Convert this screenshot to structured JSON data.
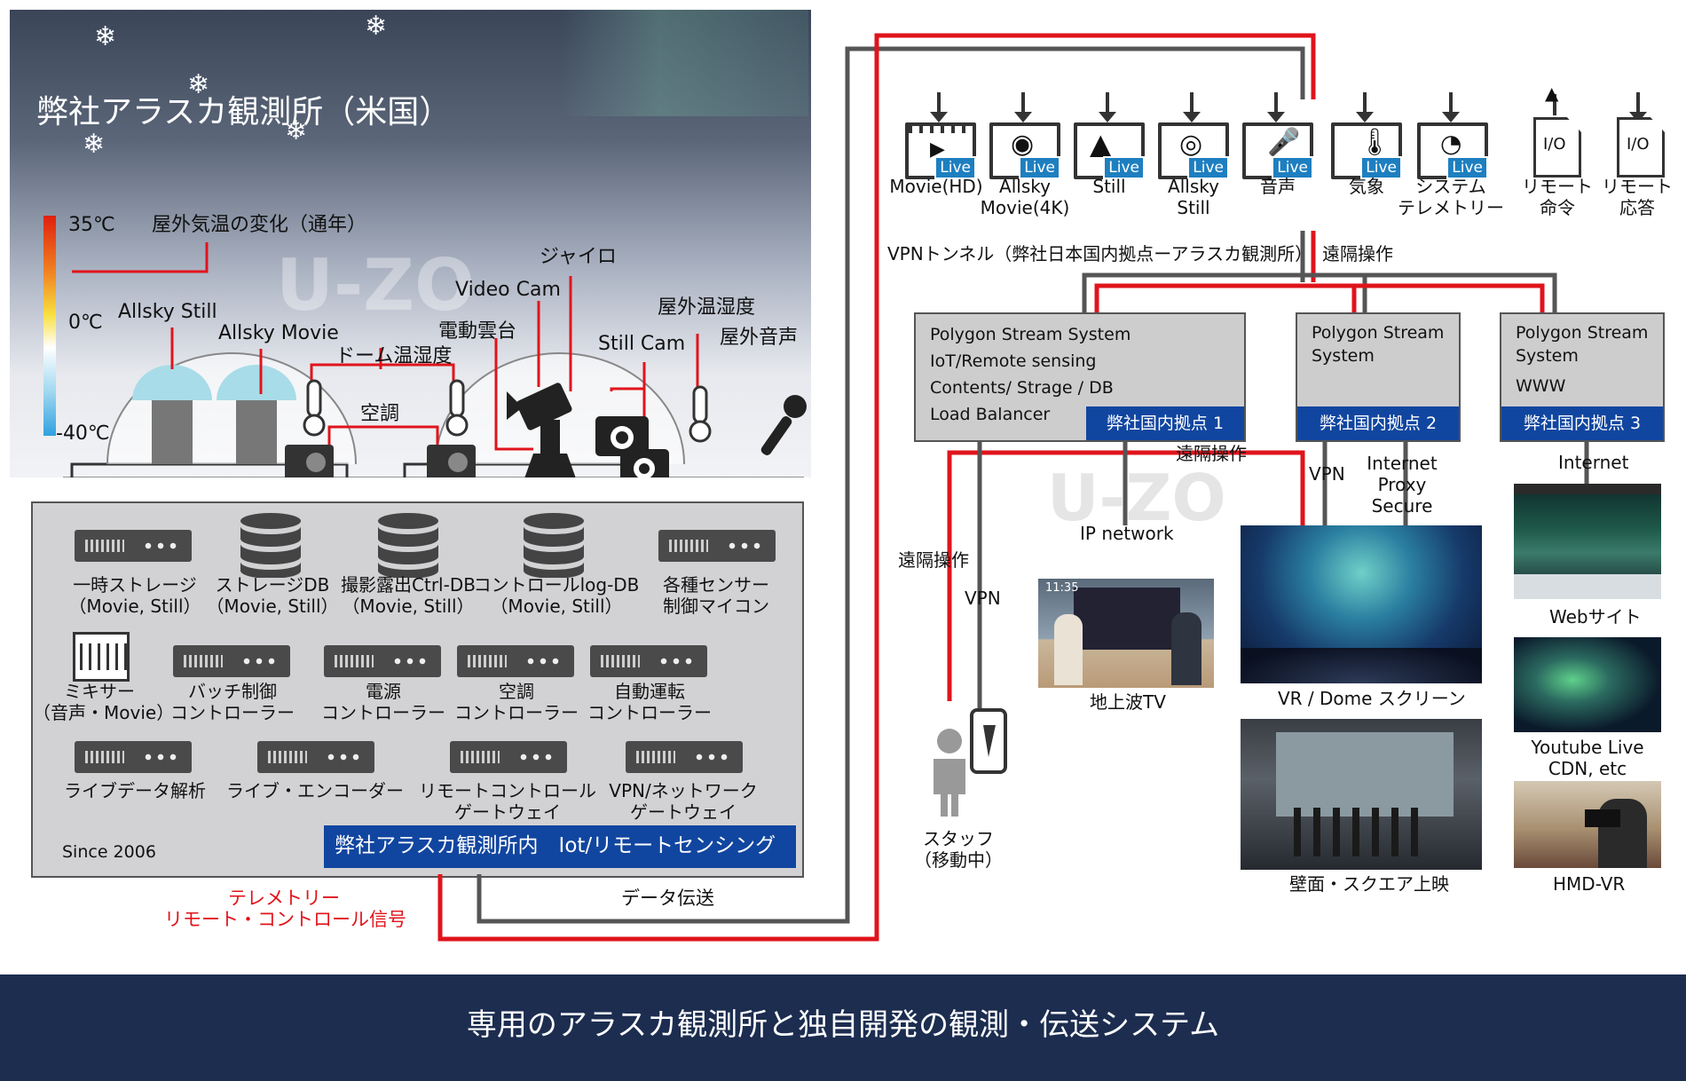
{
  "observatory": {
    "title": "弊社アラスカ観測所（米国）",
    "temp_high": "35℃",
    "temp_mid": "0℃",
    "temp_low": "-40℃",
    "temp_legend": "屋外気温の変化（通年）",
    "watermark": "U-ZO",
    "labels": {
      "allsky_still": "Allsky Still",
      "allsky_movie": "Allsky Movie",
      "dome_temp_humidity": "ドーム温湿度",
      "aircon": "空調",
      "pan_tilt": "電動雲台",
      "video_cam": "Video Cam",
      "gyro": "ジャイロ",
      "still_cam": "Still Cam",
      "outdoor_temp_humidity": "屋外温湿度",
      "outdoor_audio": "屋外音声"
    }
  },
  "equipment": {
    "since": "Since 2006",
    "banner": "弊社アラスカ観測所内　Iot/リモートセンシング",
    "row1": [
      {
        "l1": "一時ストレージ",
        "l2": "（Movie, Still）"
      },
      {
        "l1": "ストレージDB",
        "l2": "（Movie, Still）"
      },
      {
        "l1": "撮影露出Ctrl-DB",
        "l2": "（Movie, Still）"
      },
      {
        "l1": "コントロールlog-DB",
        "l2": "（Movie, Still）"
      },
      {
        "l1": "各種センサー",
        "l2": "制御マイコン"
      }
    ],
    "row2": [
      {
        "l1": "ミキサー",
        "l2": "（音声・Movie）"
      },
      {
        "l1": "バッチ制御",
        "l2": "コントローラー"
      },
      {
        "l1": "電源",
        "l2": "コントローラー"
      },
      {
        "l1": "空調",
        "l2": "コントローラー"
      },
      {
        "l1": "自動運転",
        "l2": "コントローラー"
      }
    ],
    "row3": [
      {
        "l1": "ライブデータ解析",
        "l2": ""
      },
      {
        "l1": "ライブ・エンコーダー",
        "l2": ""
      },
      {
        "l1": "リモートコントロール",
        "l2": "ゲートウェイ"
      },
      {
        "l1": "VPN/ネットワーク",
        "l2": "ゲートウェイ"
      }
    ]
  },
  "links": {
    "telemetry_l1": "テレメトリー",
    "telemetry_l2": "リモート・コントロール信号",
    "data_transfer": "データ伝送"
  },
  "feeds": [
    {
      "label": "Movie(HD)",
      "label2": "",
      "live": "Live"
    },
    {
      "label": "Allsky",
      "label2": "Movie(4K)",
      "live": "Live"
    },
    {
      "label": "Still",
      "label2": "",
      "live": "Live"
    },
    {
      "label": "Allsky",
      "label2": "Still",
      "live": "Live"
    },
    {
      "label": "音声",
      "label2": "",
      "live": "Live"
    },
    {
      "label": "気象",
      "label2": "",
      "live": "Live"
    },
    {
      "label": "システム",
      "label2": "テレメトリー",
      "live": "Live"
    },
    {
      "label": "リモート",
      "label2": "命令",
      "io": "I/O"
    },
    {
      "label": "リモート",
      "label2": "応答",
      "io": "I/O"
    }
  ],
  "network": {
    "vpn_tunnel": "VPNトンネル（弊社日本国内拠点ーアラスカ観測所）",
    "remote_op": "遠隔操作",
    "remote_op2": "遠隔操作",
    "remote_op3": "遠隔操作",
    "vpn": "VPN",
    "vpn2": "VPN",
    "ip_network": "IP network",
    "internet_proxy": [
      "Internet",
      "Proxy",
      "Secure"
    ],
    "internet": "Internet",
    "watermark": "U-ZO"
  },
  "pss": [
    {
      "lines": [
        "Polygon Stream System",
        "IoT/Remote sensing",
        "Contents/ Strage / DB",
        "Load Balancer"
      ],
      "site": "弊社国内拠点 1"
    },
    {
      "lines": [
        "Polygon Stream",
        "System"
      ],
      "site": "弊社国内拠点 2"
    },
    {
      "lines": [
        "Polygon Stream",
        "System",
        "WWW"
      ],
      "site": "弊社国内拠点 3"
    }
  ],
  "outputs": {
    "staff_l1": "スタッフ",
    "staff_l2": "（移動中）",
    "tv": "地上波TV",
    "tv_clock": "11:35",
    "dome": "VR / Dome スクリーン",
    "wall": "壁面・スクエア上映",
    "web": "Webサイト",
    "youtube_l1": "Youtube Live",
    "youtube_l2": "CDN, etc",
    "hmd": "HMD-VR"
  },
  "footer": "専用のアラスカ観測所と独自開発の観測・伝送システム",
  "colors": {
    "red_line": "#e0141c",
    "gray_line": "#555555",
    "site_blue": "#1146a0",
    "footer_bg": "#1c2d50",
    "live_blue": "#1e7fc0"
  }
}
